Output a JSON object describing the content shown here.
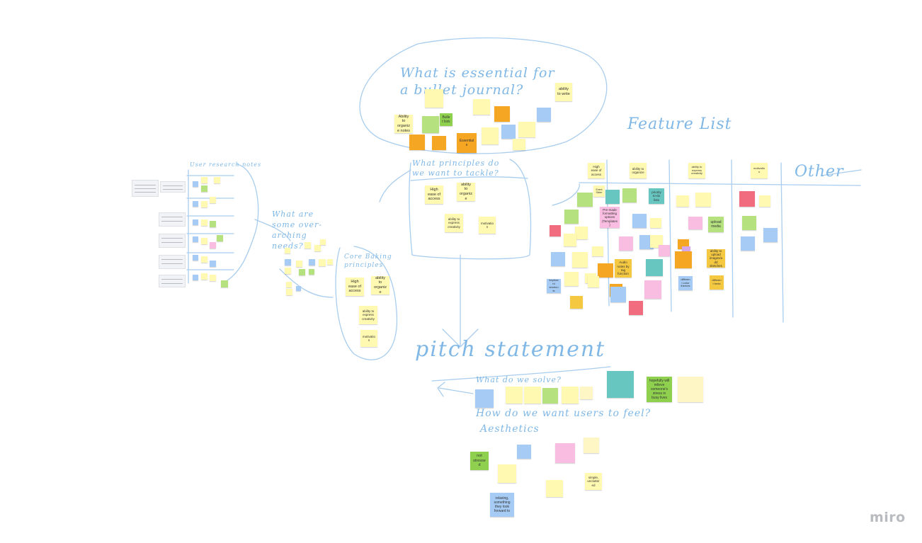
{
  "app": {
    "logo_text": "miro"
  },
  "colors": {
    "ink": "#7fb7e6",
    "yellow": "#fff9b1",
    "light_yellow": "#fef6c5",
    "orange": "#f5a623",
    "dark_yellow": "#f5c842",
    "green": "#b5e27f",
    "dark_green": "#8fd14f",
    "blue": "#a6ccf5",
    "teal": "#67c6c0",
    "pink": "#f8bde0",
    "red": "#f16c7f",
    "violet": "#d5a6e8"
  },
  "handwriting": {
    "essential_q": "What is essential for a bullet journal?",
    "feature_list": "Feature List",
    "other": "Other",
    "principles": "What principles do we want to tackle?",
    "what_are_some": "What are some over-arching needs?",
    "core_baking": "Core Baking principles",
    "pitch": "pitch statement",
    "what_do_we_solve": "What do we solve?",
    "how_feel": "How do we want users to feel?",
    "aesthetics": "Aesthetics",
    "left_heading": "User research notes"
  },
  "notes": {
    "bullet": [
      {
        "text": "Ability to organize notes",
        "color": "yellow"
      },
      {
        "text": "",
        "color": "yellow"
      },
      {
        "text": "Bullet lists",
        "color": "dark_green"
      },
      {
        "text": "",
        "color": "green"
      },
      {
        "text": "",
        "color": "orange"
      },
      {
        "text": "",
        "color": "orange"
      },
      {
        "text": "",
        "color": "yellow"
      },
      {
        "text": "Essentials",
        "color": "orange"
      },
      {
        "text": "",
        "color": "yellow"
      },
      {
        "text": "",
        "color": "green"
      },
      {
        "text": "",
        "color": "orange"
      },
      {
        "text": "",
        "color": "blue"
      },
      {
        "text": "",
        "color": "blue"
      },
      {
        "text": "",
        "color": "yellow"
      },
      {
        "text": "",
        "color": "yellow"
      },
      {
        "text": "ability to write",
        "color": "yellow"
      }
    ],
    "feature_headers": [
      {
        "text": "High ease of access",
        "color": "yellow"
      },
      {
        "text": "ability to organize",
        "color": "yellow"
      },
      {
        "text": "ability to express creativity",
        "color": "yellow"
      },
      {
        "text": "motivation",
        "color": "yellow"
      }
    ],
    "features": [
      {
        "text": "",
        "color": "green"
      },
      {
        "text": "Event Slider",
        "color": "yellow"
      },
      {
        "text": "",
        "color": "teal"
      },
      {
        "text": "",
        "color": "green"
      },
      {
        "text": "priority to-do lists",
        "color": "teal"
      },
      {
        "text": "",
        "color": "yellow"
      },
      {
        "text": "",
        "color": "yellow"
      },
      {
        "text": "",
        "color": "red"
      },
      {
        "text": "",
        "color": "yellow"
      },
      {
        "text": "",
        "color": "green"
      },
      {
        "text": "Pre-made formatting options (Templates)",
        "color": "pink"
      },
      {
        "text": "",
        "color": "blue"
      },
      {
        "text": "",
        "color": "yellow"
      },
      {
        "text": "",
        "color": "pink"
      },
      {
        "text": "upload media",
        "color": "green"
      },
      {
        "text": "",
        "color": "green"
      },
      {
        "text": "",
        "color": "blue"
      },
      {
        "text": "",
        "color": "red"
      },
      {
        "text": "",
        "color": "yellow"
      },
      {
        "text": "",
        "color": "yellow"
      },
      {
        "text": "",
        "color": "pink"
      },
      {
        "text": "",
        "color": "blue"
      },
      {
        "text": "",
        "color": "yellow"
      },
      {
        "text": "",
        "color": "orange"
      },
      {
        "text": "",
        "color": "pink"
      },
      {
        "text": "",
        "color": "blue"
      },
      {
        "text": "",
        "color": "yellow"
      },
      {
        "text": "",
        "color": "yellow"
      },
      {
        "text": "",
        "color": "yellow"
      },
      {
        "text": "",
        "color": "violet"
      },
      {
        "text": "",
        "color": "orange"
      },
      {
        "text": "ability to upload images/add sketches",
        "color": "dark_yellow"
      },
      {
        "text": "",
        "color": "yellow"
      },
      {
        "text": "",
        "color": "orange"
      },
      {
        "text": "Audio notes by tag function",
        "color": "dark_yellow"
      },
      {
        "text": "",
        "color": "teal"
      },
      {
        "text": "",
        "color": "orange"
      },
      {
        "text": "",
        "color": "yellow"
      },
      {
        "text": "keyboard shortcuts",
        "color": "blue"
      },
      {
        "text": "",
        "color": "yellow"
      },
      {
        "text": "",
        "color": "pink"
      },
      {
        "text": "different color themes",
        "color": "blue"
      },
      {
        "text": "different fonts",
        "color": "dark_yellow"
      },
      {
        "text": "",
        "color": "blue"
      },
      {
        "text": "",
        "color": "orange"
      },
      {
        "text": "",
        "color": "red"
      },
      {
        "text": "",
        "color": "blue"
      },
      {
        "text": "",
        "color": "yellow"
      },
      {
        "text": "",
        "color": "blue"
      }
    ],
    "principles": [
      {
        "text": "High ease of access",
        "color": "yellow"
      },
      {
        "text": "ability to organize",
        "color": "yellow"
      },
      {
        "text": "ability to express creativity",
        "color": "yellow"
      },
      {
        "text": "motivation",
        "color": "yellow"
      }
    ],
    "core": [
      {
        "text": "High ease of access",
        "color": "yellow"
      },
      {
        "text": "ability to organize",
        "color": "yellow"
      },
      {
        "text": "ability to express creativity",
        "color": "yellow"
      },
      {
        "text": "motivation",
        "color": "yellow"
      }
    ],
    "pitch": [
      {
        "text": "",
        "color": "teal"
      },
      {
        "text": "hopefully will relieve someone's stress in busy lives",
        "color": "dark_green"
      },
      {
        "text": "",
        "color": "light_yellow"
      },
      {
        "text": "",
        "color": "blue"
      },
      {
        "text": "",
        "color": "yellow"
      },
      {
        "text": "",
        "color": "yellow"
      },
      {
        "text": "",
        "color": "green"
      },
      {
        "text": "",
        "color": "yellow"
      },
      {
        "text": "",
        "color": "pink"
      },
      {
        "text": "",
        "color": "light_yellow"
      }
    ],
    "feel": [
      {
        "text": "not stressed",
        "color": "dark_green"
      },
      {
        "text": "",
        "color": "blue"
      },
      {
        "text": "",
        "color": "pink"
      },
      {
        "text": "",
        "color": "light_yellow"
      },
      {
        "text": "",
        "color": "yellow"
      },
      {
        "text": "simple, uncluttered",
        "color": "yellow"
      },
      {
        "text": "",
        "color": "yellow"
      },
      {
        "text": "relaxing, something they look forward to",
        "color": "blue"
      }
    ]
  }
}
